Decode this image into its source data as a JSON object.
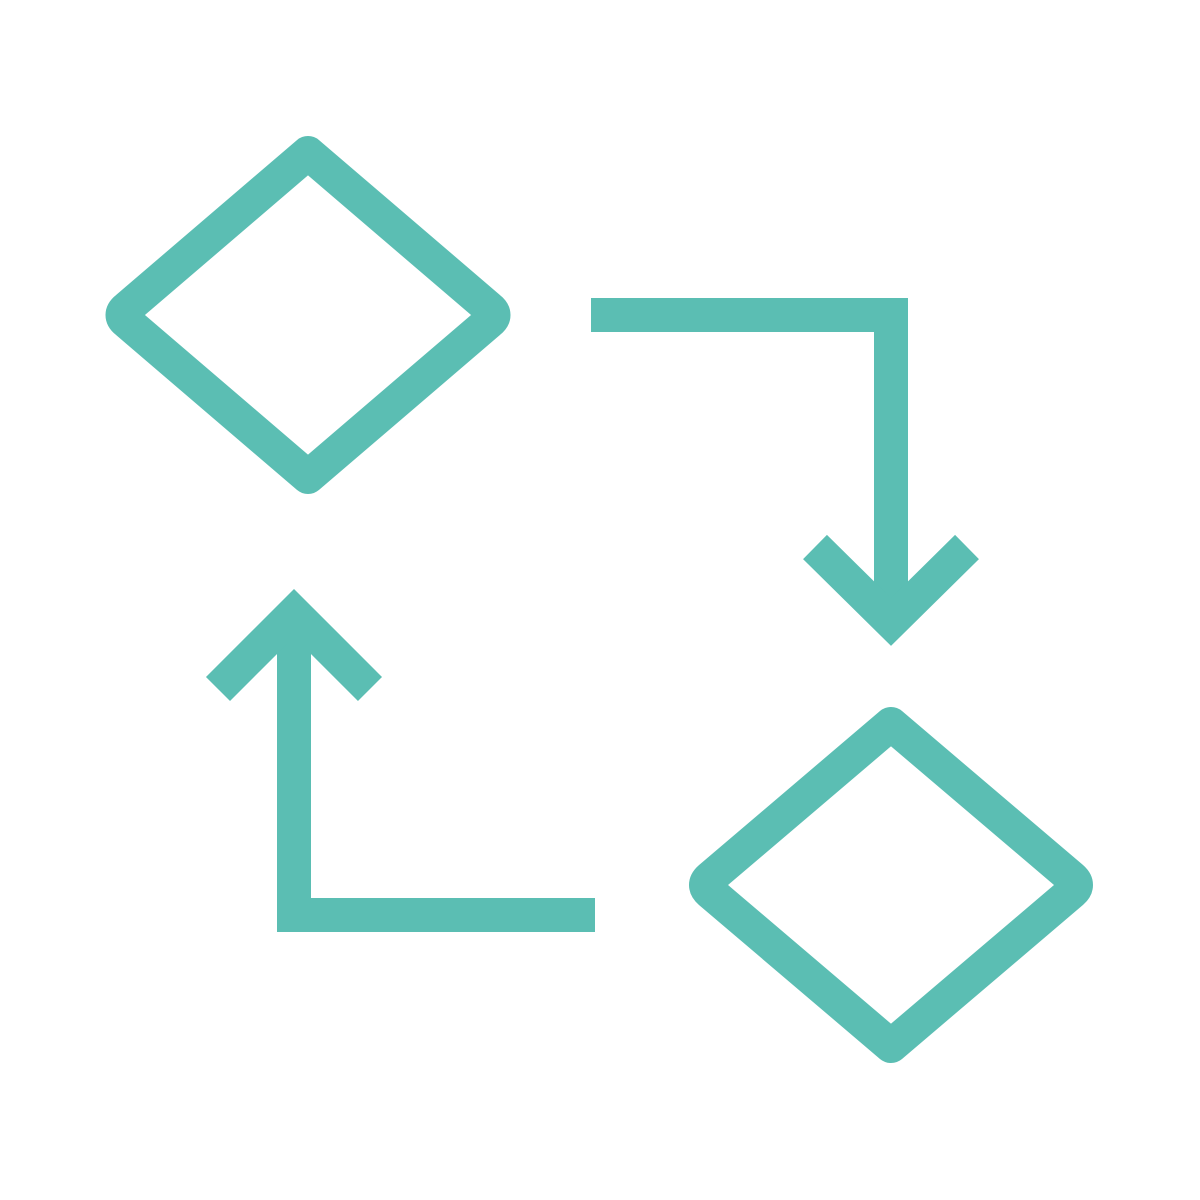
{
  "icon": {
    "name": "workflow-cycle-icon",
    "color": "#5bbeb3",
    "background": "#ffffff"
  },
  "elements": [
    {
      "name": "decision-diamond-top-left-icon",
      "kind": "diamond"
    },
    {
      "name": "arrow-right-down-icon",
      "kind": "elbow-arrow",
      "direction": "down"
    },
    {
      "name": "decision-diamond-bottom-right-icon",
      "kind": "diamond"
    },
    {
      "name": "arrow-left-up-icon",
      "kind": "elbow-arrow",
      "direction": "up"
    }
  ]
}
